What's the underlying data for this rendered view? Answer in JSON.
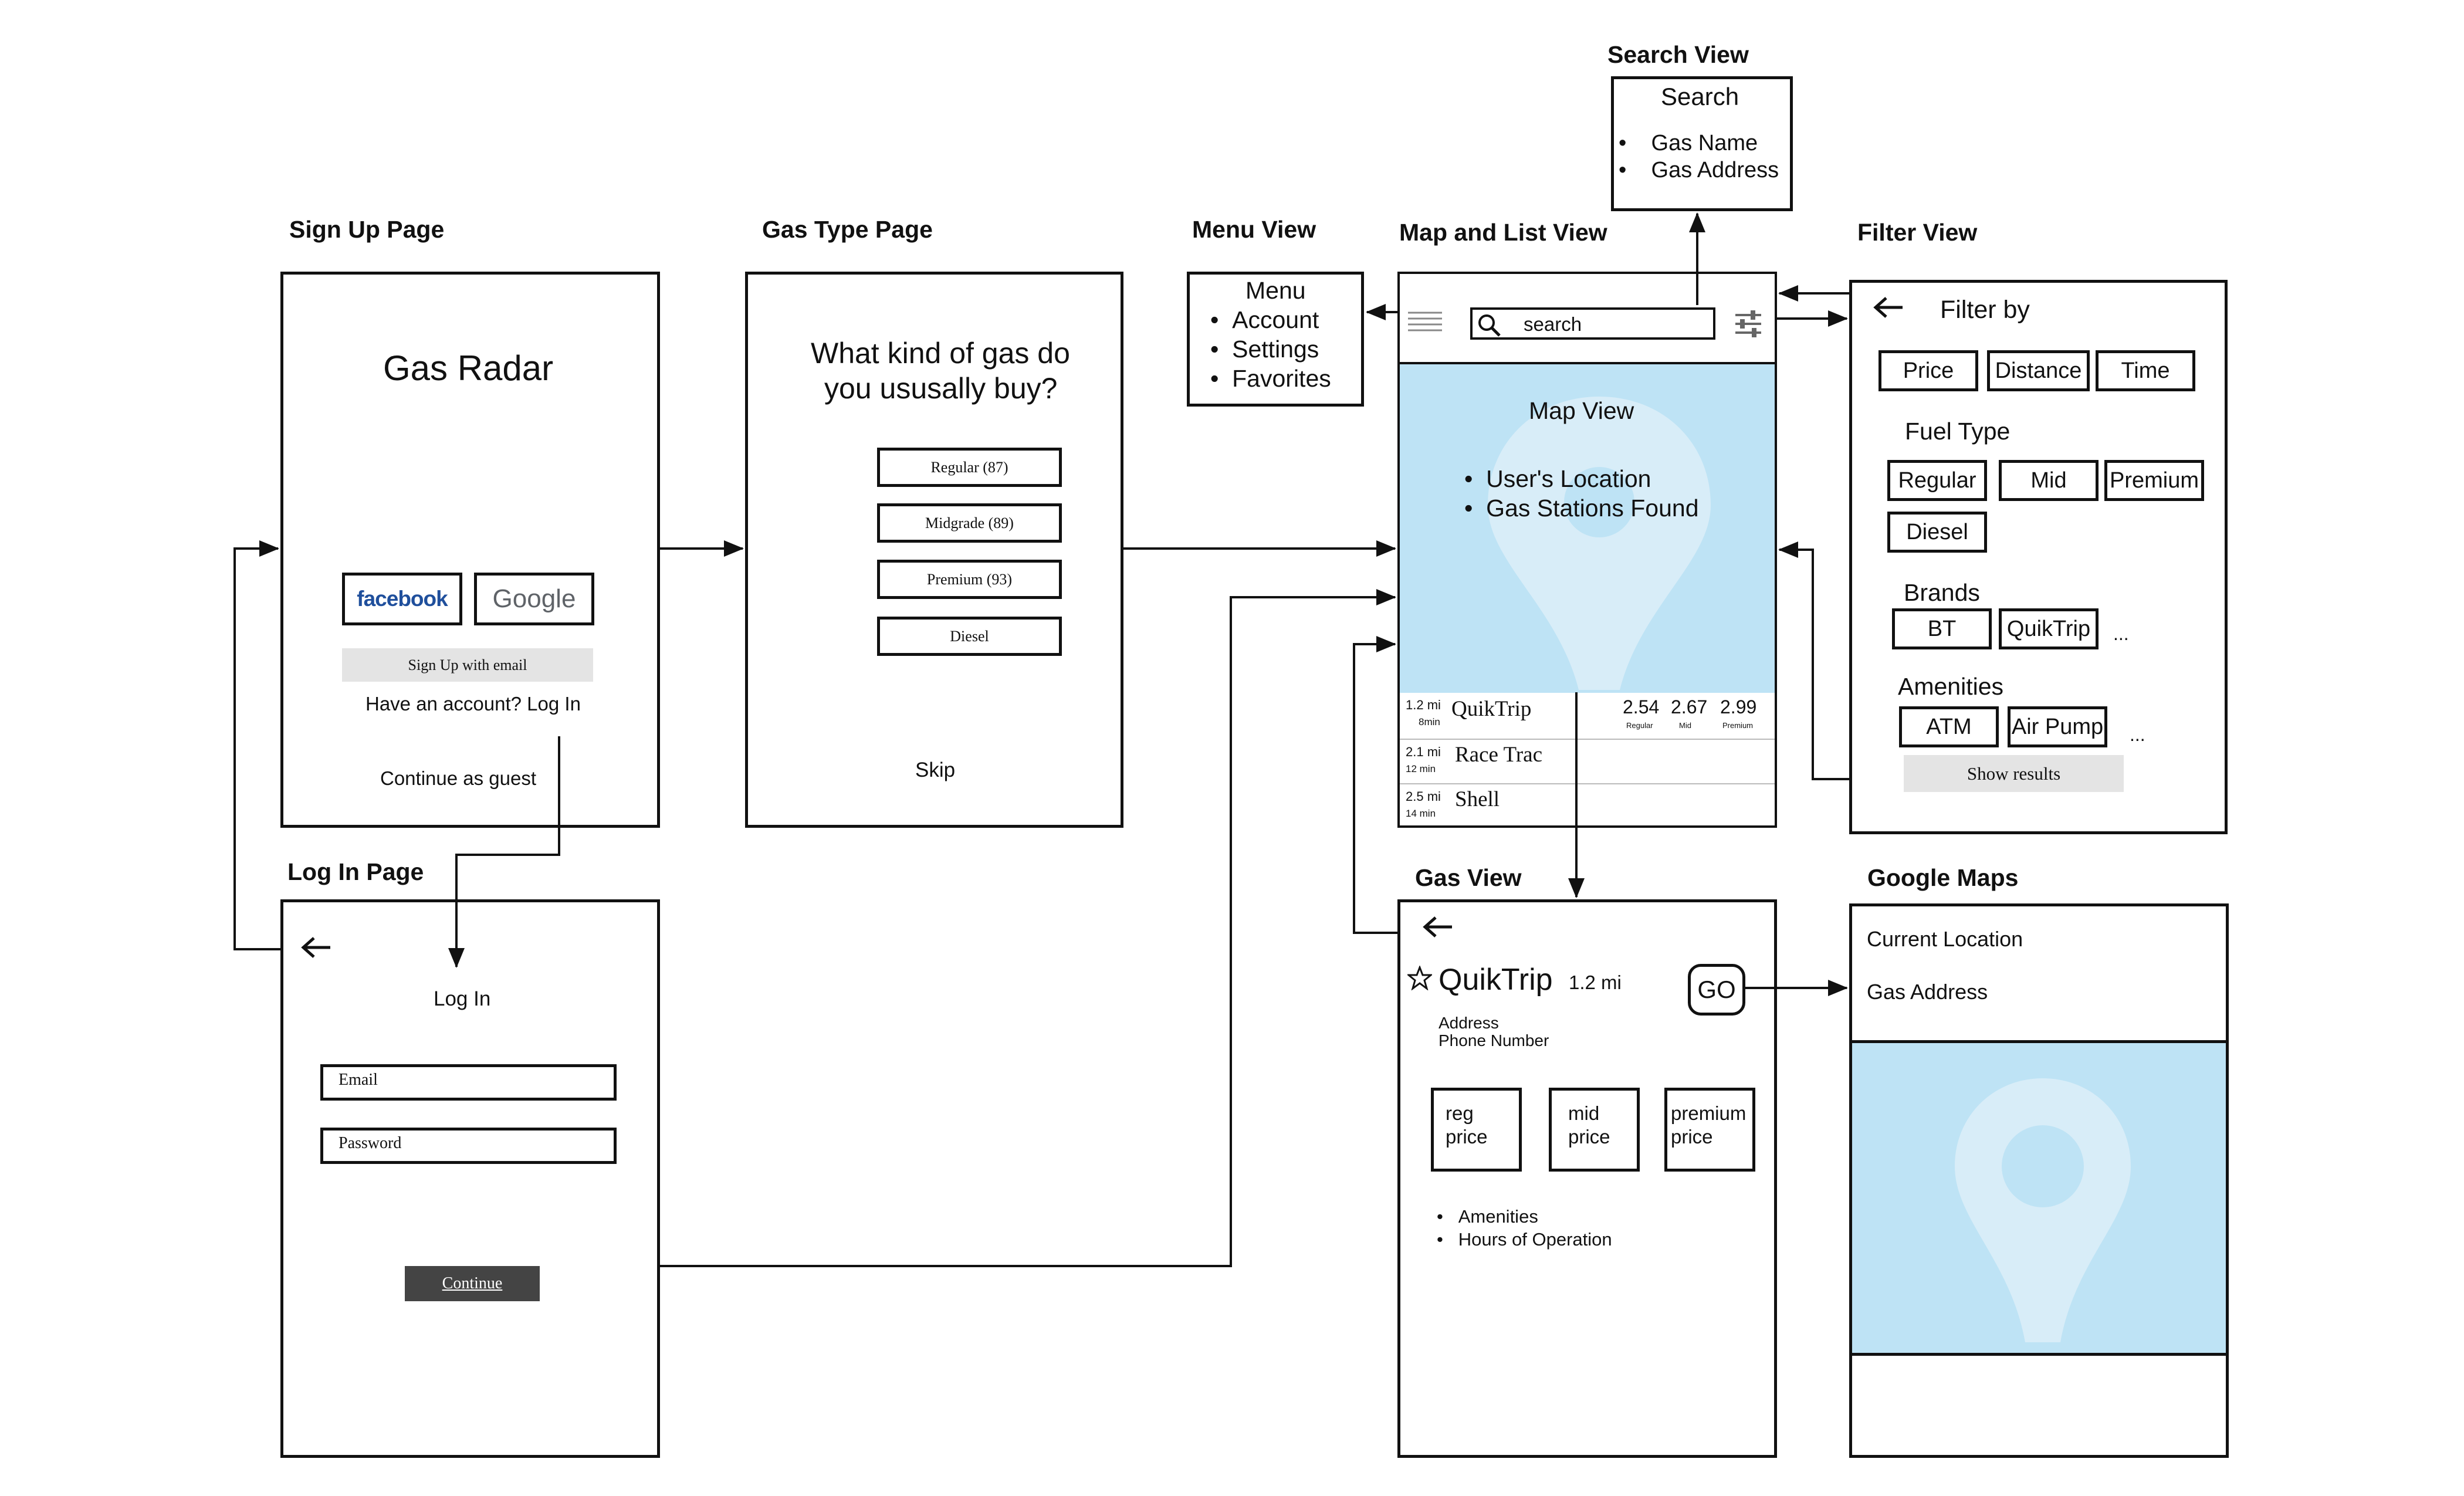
{
  "screens": {
    "search_view": {
      "title": "Search View",
      "heading": "Search",
      "items": [
        "Gas Name",
        "Gas Address"
      ]
    },
    "sign_up": {
      "title": "Sign Up Page",
      "app_name": "Gas Radar",
      "facebook_label": "facebook",
      "google_label": "Google",
      "email_button": "Sign Up with email",
      "login_link": "Have an account? Log In",
      "guest_link": "Continue as guest"
    },
    "gas_type": {
      "title": "Gas Type Page",
      "question_line1": "What kind of gas do",
      "question_line2": "you ususally buy?",
      "options": [
        "Regular (87)",
        "Midgrade (89)",
        "Premium (93)",
        "Diesel"
      ],
      "skip": "Skip"
    },
    "menu_view": {
      "title": "Menu View",
      "heading": "Menu",
      "items": [
        "Account",
        "Settings",
        "Favorites"
      ]
    },
    "map_list": {
      "title": "Map and List View",
      "search_placeholder": "search",
      "map_label": "Map View",
      "map_items": [
        "User's Location",
        "Gas Stations Found"
      ],
      "stations": [
        {
          "distance": "1.2 mi",
          "time": "8min",
          "name": "QuikTrip",
          "prices": [
            {
              "value": "2.54",
              "label": "Regular"
            },
            {
              "value": "2.67",
              "label": "Mid"
            },
            {
              "value": "2.99",
              "label": "Premium"
            }
          ]
        },
        {
          "distance": "2.1 mi",
          "time": "12 min",
          "name": "Race Trac"
        },
        {
          "distance": "2.5 mi",
          "time": "14 min",
          "name": "Shell"
        }
      ]
    },
    "filter_view": {
      "title": "Filter View",
      "heading": "Filter by",
      "sort": [
        "Price",
        "Distance",
        "Time"
      ],
      "fuel_heading": "Fuel Type",
      "fuel": [
        "Regular",
        "Mid",
        "Premium",
        "Diesel"
      ],
      "brands_heading": "Brands",
      "brands": [
        "BT",
        "QuikTrip"
      ],
      "ellipsis": "...",
      "amenities_heading": "Amenities",
      "amenities": [
        "ATM",
        "Air Pump"
      ],
      "show_results": "Show results"
    },
    "log_in": {
      "title": "Log In Page",
      "heading": "Log In",
      "email_placeholder": "Email",
      "password_placeholder": "Password",
      "continue": "Continue"
    },
    "gas_view": {
      "title": "Gas View",
      "station": "QuikTrip",
      "distance": "1.2 mi",
      "go": "GO",
      "address": "Address",
      "phone": "Phone Number",
      "price_boxes": [
        [
          "reg",
          "price"
        ],
        [
          "mid",
          "price"
        ],
        [
          "premium",
          "price"
        ]
      ],
      "details": [
        "Amenities",
        "Hours of Operation"
      ]
    },
    "google_maps": {
      "title": "Google Maps",
      "current_location": "Current Location",
      "gas_address": "Gas Address"
    }
  },
  "colors": {
    "map_fill": "#bee3f5",
    "pin_fill": "#d8edf8",
    "continue_button": "#444444",
    "email_button": "#e4e4e4"
  },
  "icons": [
    "search-icon",
    "menu-icon",
    "filter-sliders-icon",
    "back-arrow-icon",
    "star-icon",
    "map-pin-icon"
  ]
}
